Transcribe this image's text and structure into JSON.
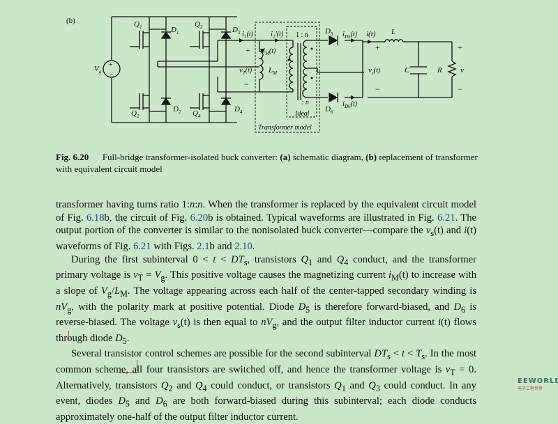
{
  "figure": {
    "panel_label": "(b)",
    "labels": {
      "Q1": "Q",
      "Q1_sub": "1",
      "Q2": "Q",
      "Q2_sub": "2",
      "Q3": "Q",
      "Q3_sub": "3",
      "Q4": "Q",
      "Q4_sub": "4",
      "D1": "D",
      "D1_sub": "1",
      "D2": "D",
      "D2_sub": "2",
      "D3": "D",
      "D3_sub": "3",
      "D4": "D",
      "D4_sub": "4",
      "D5": "D",
      "D5_sub": "5",
      "D6": "D",
      "D6_sub": "6",
      "vg": "V",
      "vg_sub": "g",
      "i1": "i",
      "i1_sub": "1",
      "i1_arg": "(t)",
      "i1p": "i",
      "i1p_sub": "1",
      "i1p_arg": "'(t)",
      "iM": "i",
      "iM_sub": "M",
      "iM_arg": "(t)",
      "vT": "v",
      "vT_sub": "T",
      "vT_arg": "(t)",
      "LM": "L",
      "LM_sub": "M",
      "ratio_top": "1 : n",
      "ratio_bot": ": n",
      "ideal": "Ideal",
      "tmodel": "Transformer model",
      "iD5": "i",
      "iD5_sub": "D5",
      "iD5_arg": "(t)",
      "iD6": "i",
      "iD6_sub": "D6",
      "iD6_arg": "(t)",
      "it": "i(t)",
      "L": "L",
      "vs": "v",
      "vs_sub": "s",
      "vs_arg": "(t)",
      "C": "C",
      "R": "R",
      "v": "v",
      "plus": "+",
      "minus": "−"
    }
  },
  "caption": {
    "label": "Fig. 6.20",
    "text_before": "Full-bridge transformer-isolated buck converter: ",
    "a": "(a)",
    "text_mid": " schematic diagram, ",
    "b": "(b)",
    "text_after": " replacement of transformer with equivalent circuit model"
  },
  "paragraphs": {
    "p1": {
      "s1": "transformer having turns ratio 1:",
      "n1": "n",
      "s2": ":",
      "n2": "n",
      "s3": ". When the transformer is replaced by the equivalent circuit model of Fig. ",
      "l1": "6.18",
      "s4": "b, the circuit of Fig. ",
      "l2": "6.20",
      "s5": "b is obtained. Typical waveforms are illustrated in Fig. ",
      "l3": "6.21",
      "s6": ". The output portion of the converter is similar to the nonisolated buck converter—compare the ",
      "vs": "v",
      "vs_sub": "s",
      "s7": "(t) and ",
      "i": "i",
      "s8": "(t) waveforms of Fig. ",
      "l4": "6.21",
      "s9": " with Figs. ",
      "l5": "2.1",
      "s10": "b and ",
      "l6": "2.10",
      "s11": "."
    },
    "p2": {
      "s1": "During the first subinterval 0 < ",
      "t": "t",
      "s2": " < ",
      "DTs": "DT",
      "DTs_sub": "s",
      "s3": ", transistors ",
      "Q": "Q",
      "Q1": "1",
      "s4": " and ",
      "Q_": "Q",
      "Q4": "4",
      "s5": " conduct, and the transformer primary voltage is ",
      "vT": "v",
      "vT_sub": "T",
      "s6": " = ",
      "Vg": "V",
      "Vg_sub": "g",
      "s7": ". This positive voltage causes the magnetizing current ",
      "iM": "i",
      "iM_sub": "M",
      "s8": "(t) to increase with a slope of ",
      "Vg2": "V",
      "Vg2_sub": "g",
      "s9": "/",
      "LM": "L",
      "LM_sub": "M",
      "s10": ". The voltage appearing across each half of the center-tapped secondary winding is ",
      "nVg": "nV",
      "nVg_sub": "g",
      "s11": ", with the polarity mark at positive potential. Diode ",
      "D5": "D",
      "D5_sub": "5",
      "s12": " is therefore forward-biased, and ",
      "D6": "D",
      "D6_sub": "6",
      "s13": " is reverse-biased. The voltage ",
      "vs": "v",
      "vs_sub": "s",
      "s14": "(t) is then equal to ",
      "nVg2": "nV",
      "nVg2_sub": "g",
      "s15": ", and the output filter inductor current ",
      "i": "i",
      "s16": "(t) flows through diode ",
      "D5b": "D",
      "D5b_sub": "5",
      "s17": "."
    },
    "p3": {
      "s1": "Several transistor control schemes are possible for the second subinterval ",
      "DTs": "DT",
      "DTs_sub": "s",
      "s2": " < ",
      "t": "t",
      "s3": " < ",
      "Ts": "T",
      "Ts_sub": "s",
      "s4": ". In the most common scheme, all four transistors are switched off, and hence the transformer voltage is ",
      "vT": "v",
      "vT_sub": "T",
      "s5": " = 0. Alternatively, transistors ",
      "Q2": "Q",
      "Q2_sub": "2",
      "s6": " and ",
      "Q4": "Q",
      "Q4_sub": "4",
      "s7": " could conduct, or transistors ",
      "Q1": "Q",
      "Q1_sub": "1",
      "s8": " and ",
      "Q3": "Q",
      "Q3_sub": "3",
      "s9": " could conduct. In any event, diodes ",
      "D5": "D",
      "D5_sub": "5",
      "s10": " and ",
      "D6": "D",
      "D6_sub": "6",
      "s11": " are both forward-biased during this subinterval; each diode conducts approximately one-half of the output filter inductor current."
    }
  },
  "watermark": {
    "brand": "EEWORLD",
    "sub": "电子工程世界"
  },
  "colors": {
    "background": "#c9e8c6",
    "link": "#1f44a8",
    "annotation": "#dd3333"
  }
}
